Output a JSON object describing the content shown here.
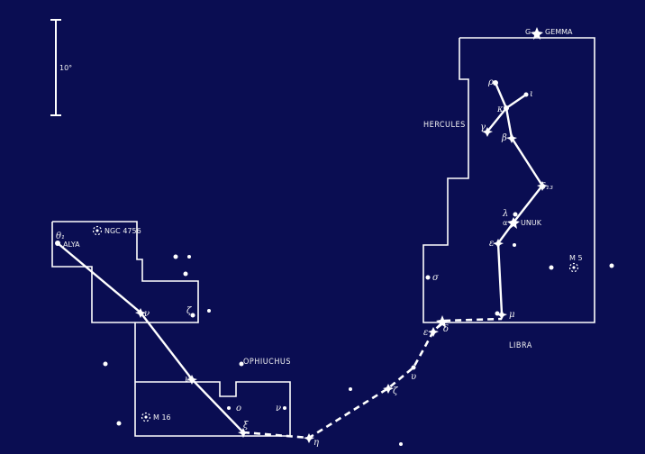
{
  "scale": {
    "label": "10°"
  },
  "regions": {
    "hercules": "HERCULES",
    "ophiuchus": "OPHIUCHUS",
    "libra": "LIBRA"
  },
  "labels": {
    "gemma": "GEMMA",
    "gemma_prefix": "G",
    "unuk": "UNUK",
    "unuk_prefix": "α",
    "alya": "ALYA",
    "theta": "θ₁",
    "ngc4756": "NGC 4756",
    "m16": "M 16",
    "m5": "M 5",
    "rho": "ρ",
    "iota": "ι",
    "kappa": "κ",
    "gamma": "γ",
    "beta": "β",
    "delta13": "δ₁₃",
    "lambda": "λ",
    "epsilon": "ε",
    "sigma": "σ",
    "mu": "μ",
    "delta": "δ",
    "epsilon2": "ε",
    "upsilon": "υ",
    "zeta": "ζ",
    "eta": "η",
    "nu": "ν",
    "omicron": "ο",
    "xi": "ξ",
    "zeta2": "ζ",
    "eta2": "η",
    "nu2": "ν"
  },
  "colors": {
    "background": "#0a0d52",
    "ink": "#ffffff"
  }
}
